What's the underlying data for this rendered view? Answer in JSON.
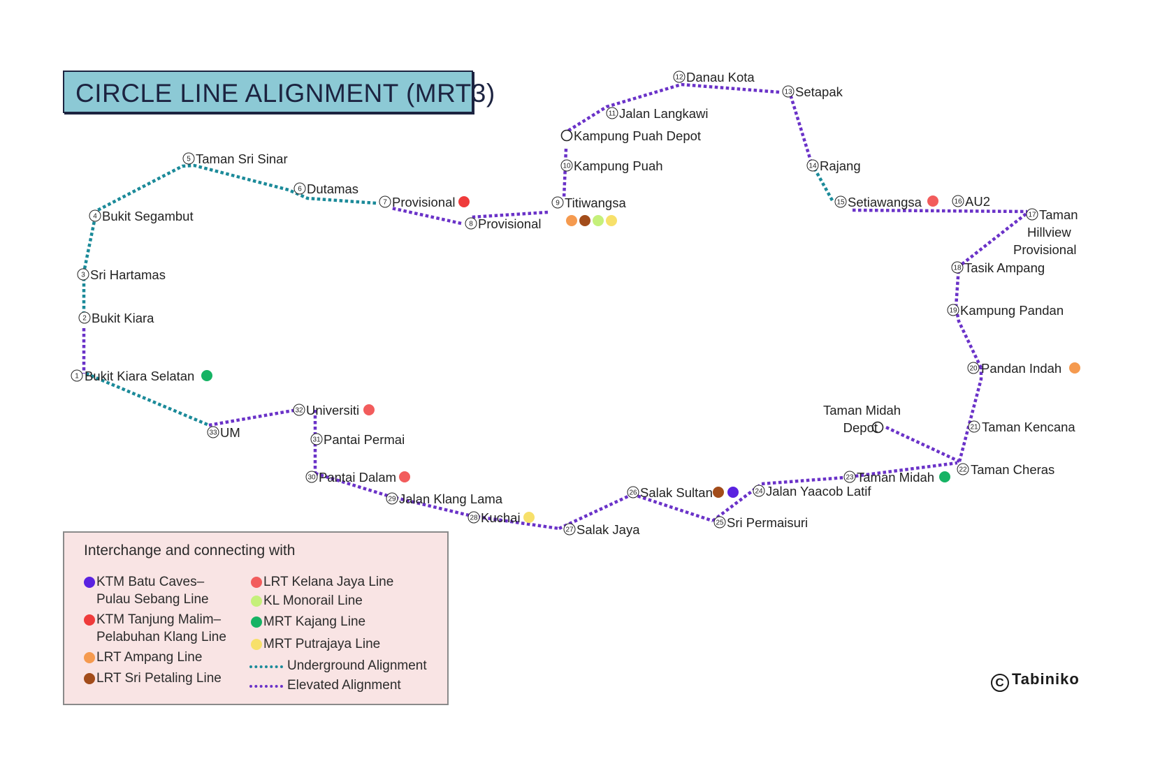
{
  "title": "CIRCLE LINE ALIGNMENT (MRT3)",
  "colors": {
    "underground": "#1b8a99",
    "elevated": "#6a32c8",
    "title_bg": "#8cc9d5",
    "legend_bg": "#f9e4e4",
    "ktm_batu_caves": "#5a22e0",
    "ktm_tanjung_malim": "#ef3b3b",
    "lrt_ampang": "#f59a4f",
    "lrt_sri_petaling": "#a24c1a",
    "lrt_kelana_jaya": "#f25c5c",
    "kl_monorail": "#c5f07a",
    "mrt_kajang": "#16b364",
    "mrt_putrajaya": "#f7e06a"
  },
  "stations": [
    {
      "num": "1",
      "name": "Bukit Kiara Selatan",
      "connections": [
        "mrt_kajang"
      ]
    },
    {
      "num": "2",
      "name": "Bukit Kiara",
      "connections": []
    },
    {
      "num": "3",
      "name": "Sri Hartamas",
      "connections": []
    },
    {
      "num": "4",
      "name": "Bukit Segambut",
      "connections": []
    },
    {
      "num": "5",
      "name": "Taman Sri Sinar",
      "connections": []
    },
    {
      "num": "6",
      "name": "Dutamas",
      "connections": []
    },
    {
      "num": "7",
      "name": "Provisional",
      "connections": [
        "ktm_tanjung_malim"
      ]
    },
    {
      "num": "8",
      "name": "Provisional",
      "connections": []
    },
    {
      "num": "9",
      "name": "Titiwangsa",
      "connections": [
        "lrt_ampang",
        "lrt_sri_petaling",
        "kl_monorail",
        "mrt_putrajaya"
      ]
    },
    {
      "num": "10",
      "name": "Kampung Puah",
      "connections": []
    },
    {
      "num": "",
      "name": "Kampung Puah Depot",
      "connections": [],
      "depot": true
    },
    {
      "num": "11",
      "name": "Jalan Langkawi",
      "connections": []
    },
    {
      "num": "12",
      "name": "Danau Kota",
      "connections": []
    },
    {
      "num": "13",
      "name": "Setapak",
      "connections": []
    },
    {
      "num": "14",
      "name": "Rajang",
      "connections": []
    },
    {
      "num": "15",
      "name": "Setiawangsa",
      "connections": [
        "lrt_kelana_jaya"
      ]
    },
    {
      "num": "16",
      "name": "AU2",
      "connections": []
    },
    {
      "num": "17",
      "name": "Taman\nHillview\nProvisional",
      "connections": []
    },
    {
      "num": "18",
      "name": "Tasik Ampang",
      "connections": []
    },
    {
      "num": "19",
      "name": "Kampung Pandan",
      "connections": []
    },
    {
      "num": "20",
      "name": "Pandan Indah",
      "connections": [
        "lrt_ampang"
      ]
    },
    {
      "num": "21",
      "name": "Taman Kencana",
      "connections": []
    },
    {
      "num": "22",
      "name": "Taman Cheras",
      "connections": []
    },
    {
      "num": "",
      "name": "Taman Midah\nDepot",
      "connections": [],
      "depot": true
    },
    {
      "num": "23",
      "name": "Taman Midah",
      "connections": [
        "mrt_kajang"
      ]
    },
    {
      "num": "24",
      "name": "Jalan Yaacob Latif",
      "connections": []
    },
    {
      "num": "25",
      "name": "Sri Permaisuri",
      "connections": []
    },
    {
      "num": "26",
      "name": "Salak Sultan",
      "connections": [
        "lrt_sri_petaling",
        "ktm_batu_caves"
      ]
    },
    {
      "num": "27",
      "name": "Salak Jaya",
      "connections": []
    },
    {
      "num": "28",
      "name": "Kuchai",
      "connections": [
        "mrt_putrajaya"
      ]
    },
    {
      "num": "29",
      "name": "Jalan Klang Lama",
      "connections": []
    },
    {
      "num": "30",
      "name": "Pantai Dalam",
      "connections": [
        "lrt_kelana_jaya"
      ]
    },
    {
      "num": "31",
      "name": "Pantai Permai",
      "connections": []
    },
    {
      "num": "32",
      "name": "Universiti",
      "connections": [
        "lrt_kelana_jaya"
      ]
    },
    {
      "num": "33",
      "name": "UM",
      "connections": []
    }
  ],
  "legend": {
    "title": "Interchange and connecting with",
    "items": [
      {
        "label": "KTM Batu Caves–\nPulau Sebang Line",
        "color": "ktm_batu_caves"
      },
      {
        "label": "KTM Tanjung Malim–\nPelabuhan Klang Line",
        "color": "ktm_tanjung_malim"
      },
      {
        "label": "LRT Ampang Line",
        "color": "lrt_ampang"
      },
      {
        "label": "LRT Sri Petaling Line",
        "color": "lrt_sri_petaling"
      },
      {
        "label": "LRT Kelana Jaya Line",
        "color": "lrt_kelana_jaya"
      },
      {
        "label": "KL Monorail Line",
        "color": "kl_monorail"
      },
      {
        "label": "MRT Kajang Line",
        "color": "mrt_kajang"
      },
      {
        "label": "MRT Putrajaya Line",
        "color": "mrt_putrajaya"
      }
    ],
    "lines": [
      {
        "label": "Underground Alignment",
        "color": "underground"
      },
      {
        "label": "Elevated Alignment",
        "color": "elevated"
      }
    ]
  },
  "copyright": "Tabiniko",
  "copyright_symbol": "C"
}
